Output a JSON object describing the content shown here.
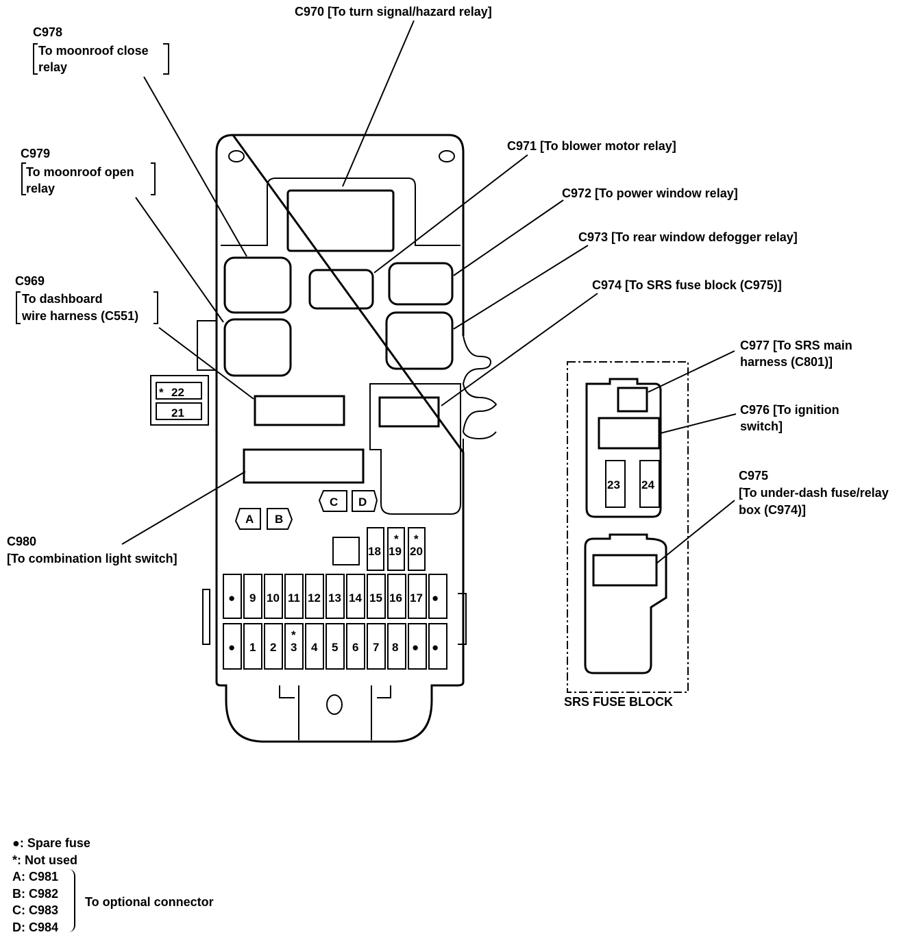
{
  "callouts": {
    "c970": "C970 [To turn signal/hazard relay]",
    "c978_id": "C978",
    "c978_l1": "To moonroof close",
    "c978_l2": "relay",
    "c979_id": "C979",
    "c979_l1": "To moonroof open",
    "c979_l2": "relay",
    "c969_id": "C969",
    "c969_l1": "To dashboard",
    "c969_l2": "wire harness (C551)",
    "c980_id": "C980",
    "c980_l1": "[To combination light switch]",
    "c971": "C971 [To blower motor relay]",
    "c972": "C972 [To power window relay]",
    "c973": "C973 [To rear window defogger relay]",
    "c974": "C974 [To SRS fuse block (C975)]",
    "c977_l1": "C977 [To SRS main",
    "c977_l2": "harness (C801)]",
    "c976_l1": "C976 [To ignition",
    "c976_l2": "switch]",
    "c975_id": "C975",
    "c975_l1": "[To under-dash fuse/relay",
    "c975_l2": "box (C974)]"
  },
  "srs_block_title": "SRS FUSE BLOCK",
  "fuses": {
    "top_row": [
      "9",
      "10",
      "11",
      "12",
      "13",
      "14",
      "15",
      "16",
      "17"
    ],
    "bottom_row": [
      "1",
      "2",
      "3",
      "4",
      "5",
      "6",
      "7",
      "8"
    ],
    "upper": [
      "18",
      "19",
      "20"
    ],
    "side": [
      "22",
      "21"
    ],
    "srs": [
      "23",
      "24"
    ],
    "spare_mark": "●",
    "unused_mark": "*"
  },
  "connectors": {
    "a": "A",
    "b": "B",
    "c": "C",
    "d": "D"
  },
  "legend": {
    "spare": "●: Spare fuse",
    "not_used": "*: Not used",
    "a": "A: C981",
    "b": "B: C982",
    "c": "C: C983",
    "d": "D: C984",
    "optional": "To optional connector"
  }
}
